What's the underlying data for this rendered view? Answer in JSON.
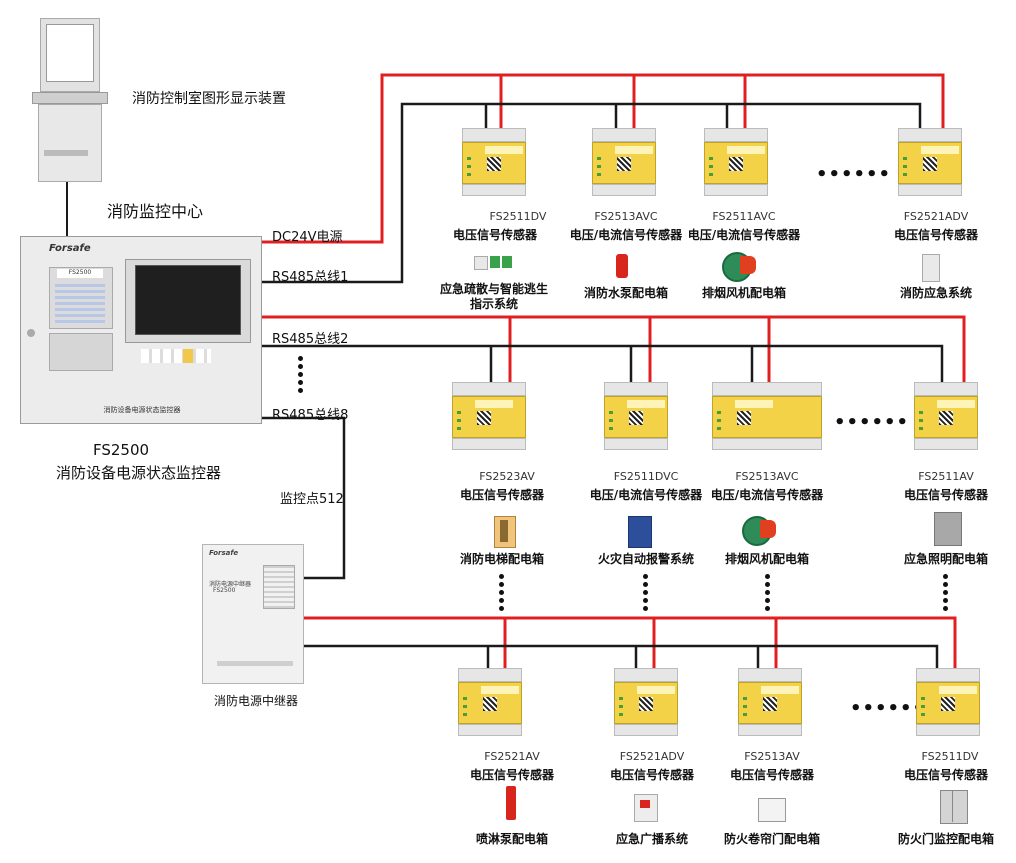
{
  "display": {
    "label": "消防控制室图形显示装置"
  },
  "center": {
    "label": "消防监控中心"
  },
  "controller": {
    "brand": "Forsafe",
    "model_badge": "FS2500",
    "panel_label": "消防设备电源状态监控器",
    "model": "FS2500",
    "name": "消防设备电源状态监控器"
  },
  "bus_labels": {
    "power": "DC24V电源",
    "rs485_1": "RS485总线1",
    "rs485_2": "RS485总线2",
    "rs485_8": "RS485总线8",
    "points": "监控点512"
  },
  "repeater": {
    "brand": "Forsafe",
    "panel_line1": "消防电源中继器",
    "panel_line2": "FS2500",
    "label": "消防电源中继器"
  },
  "row1": [
    {
      "model": "FS2511DV",
      "desc": "电压信号传感器",
      "load": "应急疏散与智能逃生指示系统"
    },
    {
      "model": "FS2513AVC",
      "desc": "电压/电流信号传感器",
      "load": "消防水泵配电箱"
    },
    {
      "model": "FS2511AVC",
      "desc": "电压/电流信号传感器",
      "load": "排烟风机配电箱"
    },
    {
      "model": "FS2521ADV",
      "desc": "电压信号传感器",
      "load": "消防应急系统"
    }
  ],
  "row2": [
    {
      "model": "FS2523AV",
      "desc": "电压信号传感器",
      "load": "消防电梯配电箱"
    },
    {
      "model": "FS2511DVC",
      "desc": "电压/电流信号传感器",
      "load": "火灾自动报警系统"
    },
    {
      "model": "FS2513AVC",
      "desc": "电压/电流信号传感器",
      "load": "排烟风机配电箱"
    },
    {
      "model": "FS2511AV",
      "desc": "电压信号传感器",
      "load": "应急照明配电箱"
    }
  ],
  "row3": [
    {
      "model": "FS2521AV",
      "desc": "电压信号传感器",
      "load": "喷淋泵配电箱"
    },
    {
      "model": "FS2521ADV",
      "desc": "电压信号传感器",
      "load": "应急广播系统"
    },
    {
      "model": "FS2513AV",
      "desc": "电压信号传感器",
      "load": "防火卷帘门配电箱"
    },
    {
      "model": "FS2511DV",
      "desc": "电压信号传感器",
      "load": "防火门监控配电箱"
    }
  ],
  "colors": {
    "power_line": "#e02020",
    "bus_line": "#1a1a1a",
    "sensor": "#f3d247"
  }
}
